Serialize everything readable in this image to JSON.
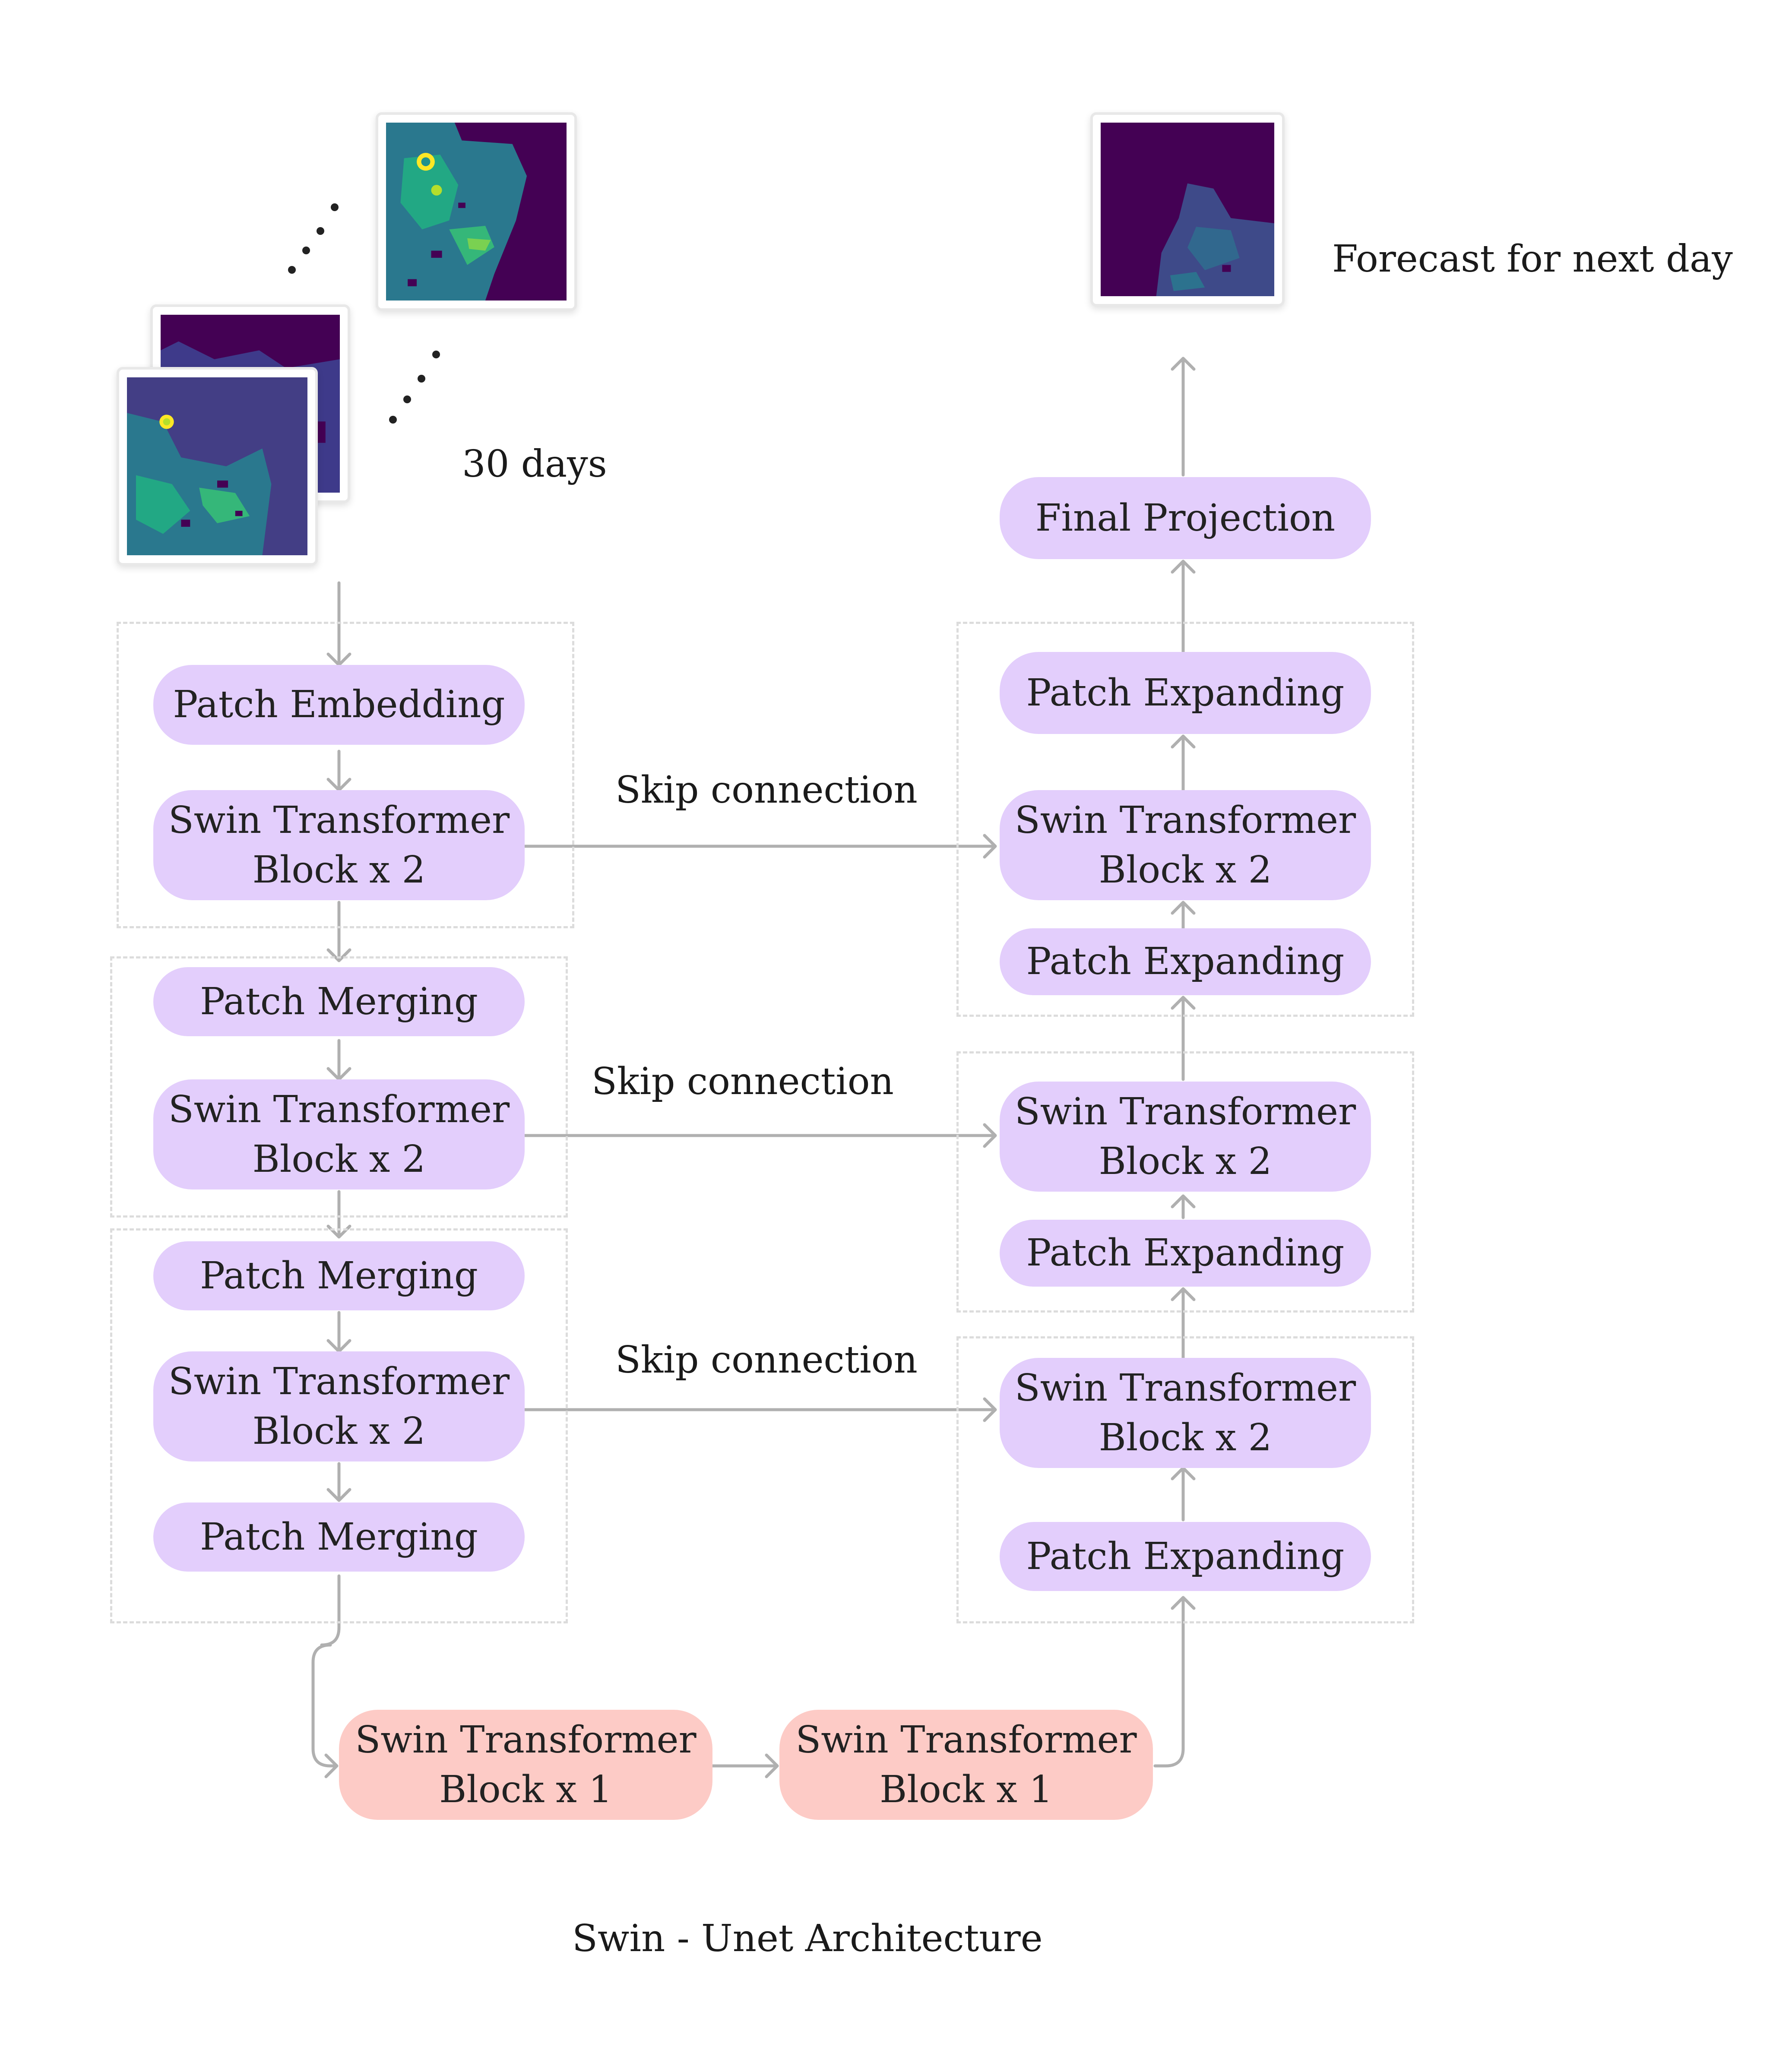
{
  "title": "Swin - Unet Architecture",
  "input_label": "30 days",
  "output_label": "Forecast for next day",
  "skip_label": "Skip connection",
  "encoder": {
    "patch_embedding": "Patch Embedding",
    "swin_block_1": "Swin Transformer\nBlock x 2",
    "patch_merging_1": "Patch Merging",
    "swin_block_2": "Swin Transformer\nBlock x 2",
    "patch_merging_2": "Patch Merging",
    "swin_block_3": "Swin Transformer\nBlock x 2",
    "patch_merging_3": "Patch Merging"
  },
  "bottleneck": {
    "block_a": "Swin Transformer\nBlock x 1",
    "block_b": "Swin Transformer\nBlock x 1"
  },
  "decoder": {
    "final_projection": "Final Projection",
    "patch_expanding_top": "Patch Expanding",
    "swin_block_1": "Swin Transformer\nBlock x 2",
    "patch_expanding_1": "Patch Expanding",
    "swin_block_2": "Swin Transformer\nBlock x 2",
    "patch_expanding_2": "Patch Expanding",
    "swin_block_3": "Swin Transformer\nBlock x 2",
    "patch_expanding_3": "Patch Expanding"
  },
  "colors": {
    "block_purple": "#e3cefc",
    "block_salmon": "#fdcbc6",
    "arrow_gray": "#b0b0b0",
    "map_background": "#440154",
    "map_mid": "#3b528b",
    "map_green": "#21918c",
    "map_yellow": "#fde725"
  }
}
